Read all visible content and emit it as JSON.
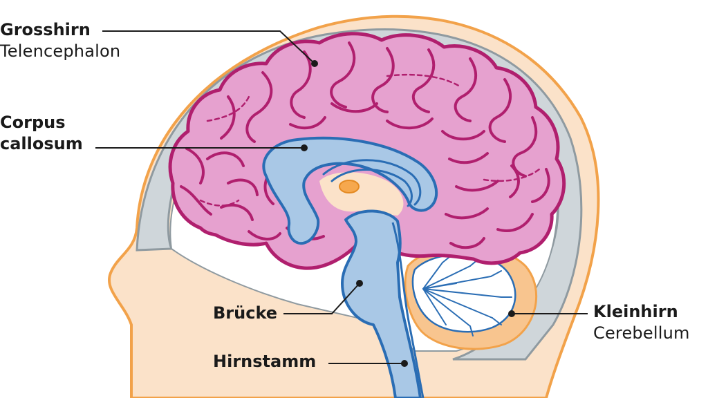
{
  "labels": {
    "grosshirn": {
      "name": "Grosshirn",
      "latin": "Telencephalon"
    },
    "corpus_callosum": {
      "line1": "Corpus",
      "line2": "callosum"
    },
    "bruecke": {
      "name": "Brücke"
    },
    "hirnstamm": {
      "name": "Hirnstamm"
    },
    "kleinhirn": {
      "name": "Kleinhirn",
      "latin": "Cerebellum"
    }
  },
  "colors": {
    "skin": "#fbe2c9",
    "skin_outline": "#f2a24a",
    "skull": "#cfd6da",
    "skull_outline": "#8f9aa0",
    "brain_fill": "#e6a1cf",
    "brain_outline": "#b01f6e",
    "brainstem_fill": "#a9c8e6",
    "brainstem_outline": "#2a6db4",
    "cerebellum_white": "#ffffff",
    "cerebellum_orange": "#f8c58f",
    "leader_line": "#1a1a1a"
  }
}
